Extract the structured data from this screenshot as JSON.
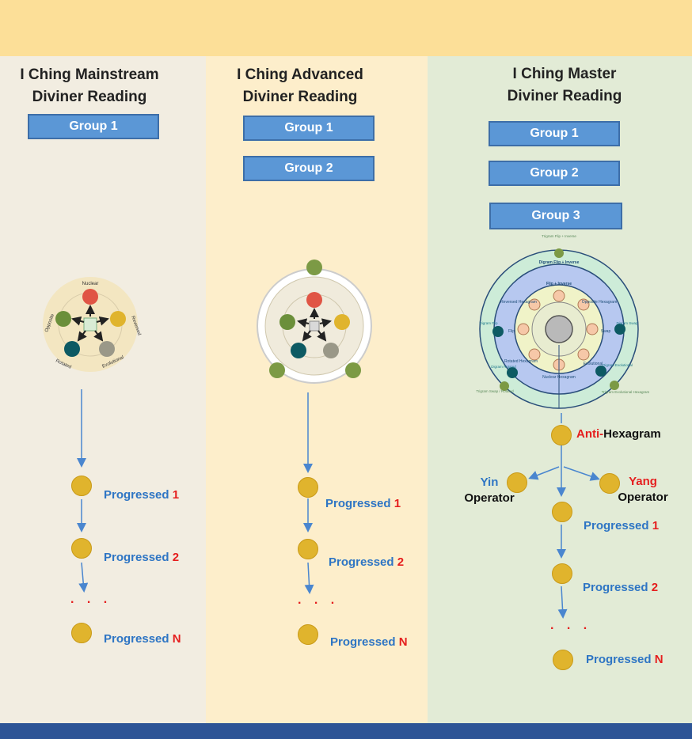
{
  "columns": [
    {
      "title_line1": "I Ching Mainstream",
      "title_line2": "Diviner Reading",
      "groups": [
        "Group 1"
      ],
      "progress_word": "Progressed",
      "progress_nums": [
        "1",
        "2",
        "N"
      ],
      "ellipsis": ". . ."
    },
    {
      "title_line1": "I Ching Advanced",
      "title_line2": "Diviner Reading",
      "groups": [
        "Group 1",
        "Group 2"
      ],
      "progress_word": "Progressed",
      "progress_nums": [
        "1",
        "2",
        "N"
      ],
      "ellipsis": ". . ."
    },
    {
      "title_line1": "I Ching Master",
      "title_line2": "Diviner Reading",
      "groups": [
        "Group 1",
        "Group 2",
        "Group 3"
      ],
      "progress_word": "Progressed",
      "progress_nums": [
        "1",
        "2",
        "N"
      ],
      "ellipsis": ". . .",
      "anti_prefix": "Anti-",
      "anti_rest": "Hexagram",
      "yin": "Yin",
      "yang": "Yang",
      "operator": "Operator"
    }
  ],
  "wheel1_labels": {
    "top": "Nuclear",
    "right": "Reversed",
    "left": "Opposite",
    "bottom_left": "Rotated",
    "bottom_right": "Evolutional"
  },
  "wheel3_labels": {
    "flip_inverse": "Flip + Inverse",
    "digram_flip_inverse": "Digram Flip + Inverse",
    "reversed": "Reversed Hexagram",
    "opposite": "Opposite Hexagram",
    "flip": "Flip",
    "swap": "Swap",
    "rotated": "Rotated Hexagram",
    "evolutional": "Evolutional",
    "nuclear": "Nuclear Hexagram",
    "digram_flip": "Digram Flip",
    "digram_swap": "Digram Swap",
    "digram_rotated": "Digram Rotated",
    "digram_evolutional": "Digram Evolutional",
    "trigram_top": "Trigram Flip + Inverse",
    "trigram_left": "Trigram Swap / Rotated",
    "trigram_right": "Trigram Evolutional Hexagram"
  },
  "colors": {
    "arrow": "#4a86cf",
    "node": "#e0b42d",
    "red": "#e51e1e",
    "blue": "#2e75c4"
  }
}
